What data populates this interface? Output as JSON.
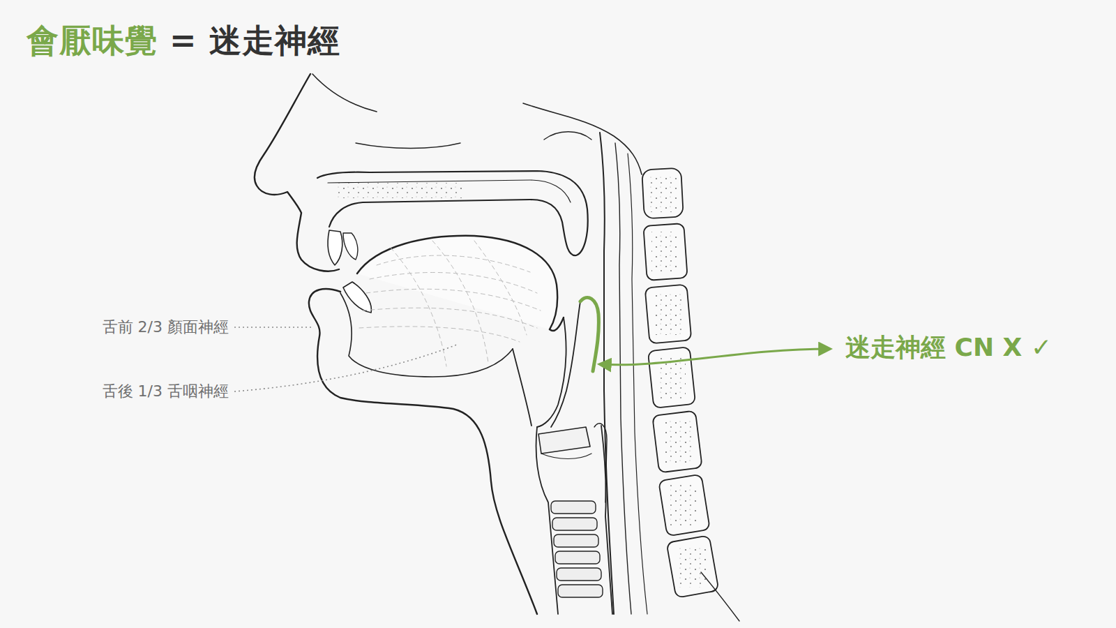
{
  "diagram": {
    "title": "會厭味覺 = 迷走神經",
    "labels": [
      "舌前 2/3 顏面神經",
      "舌後 1/3 舌咽神經",
      "迷走神經 CN X ✓"
    ]
  }
}
